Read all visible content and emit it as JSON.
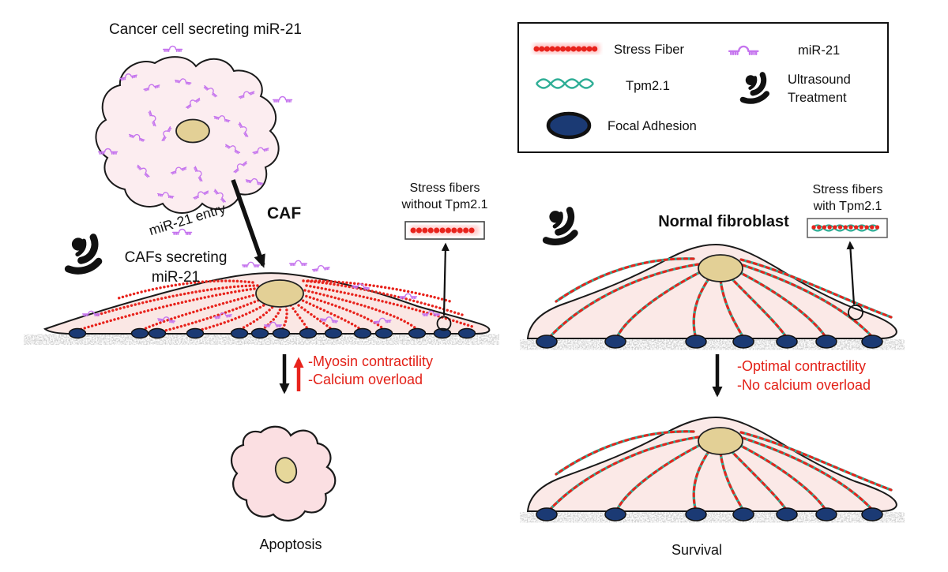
{
  "left": {
    "title": "Cancer cell secreting miR-21",
    "entry_label": "miR-21 entry",
    "caf": "CAF",
    "cafs_line1": "CAFs secreting",
    "cafs_line2": "miR-21",
    "inset_line1": "Stress fibers",
    "inset_line2": "without Tpm2.1",
    "effect_line1": "-Myosin contractility",
    "effect_line2": "-Calcium overload",
    "outcome": "Apoptosis"
  },
  "right": {
    "title": "Normal fibroblast",
    "inset_line1": "Stress fibers",
    "inset_line2": "with Tpm2.1",
    "effect_line1": "-Optimal contractility",
    "effect_line2": "-No calcium overload",
    "outcome": "Survival"
  },
  "legend": {
    "stress_fiber": "Stress Fiber",
    "tpm": "Tpm2.1",
    "focal_adhesion": "Focal Adhesion",
    "mir21": "miR-21",
    "ultrasound": "Ultrasound Treatment"
  },
  "colors": {
    "stress_fiber_red": "#e8231c",
    "tpm_teal": "#2fae96",
    "focal_adhesion_navy": "#1b3a74",
    "mir21_purple": "#c574ee",
    "effect_text_red": "#e32017",
    "cell_pink": "#fbe9e7",
    "nucleus_tan": "#e3d096"
  }
}
